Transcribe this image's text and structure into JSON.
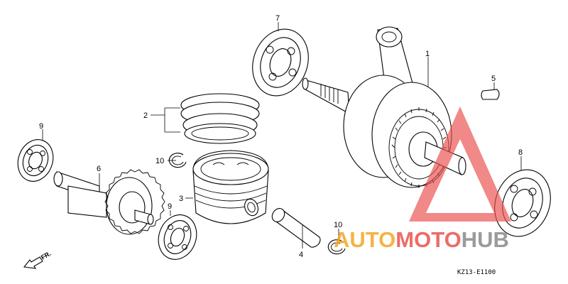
{
  "callouts": [
    {
      "id": "1",
      "text": "1"
    },
    {
      "id": "2",
      "text": "2"
    },
    {
      "id": "3",
      "text": "3"
    },
    {
      "id": "4",
      "text": "4"
    },
    {
      "id": "5",
      "text": "5"
    },
    {
      "id": "6",
      "text": "6"
    },
    {
      "id": "7",
      "text": "7"
    },
    {
      "id": "8",
      "text": "8"
    },
    {
      "id": "9a",
      "text": "9"
    },
    {
      "id": "9b",
      "text": "9"
    },
    {
      "id": "10a",
      "text": "10"
    },
    {
      "id": "10b",
      "text": "10"
    }
  ],
  "direction_marker": "FR.",
  "diagram_code": "KZ13-E1100",
  "watermark": {
    "part1": "AUTO",
    "part2": "MOTO",
    "part3": "HUB",
    "color_orange": "#f5a623",
    "color_red": "#e9534f",
    "color_gray": "#8a8a8a",
    "triangle_color": "#e9534f"
  }
}
